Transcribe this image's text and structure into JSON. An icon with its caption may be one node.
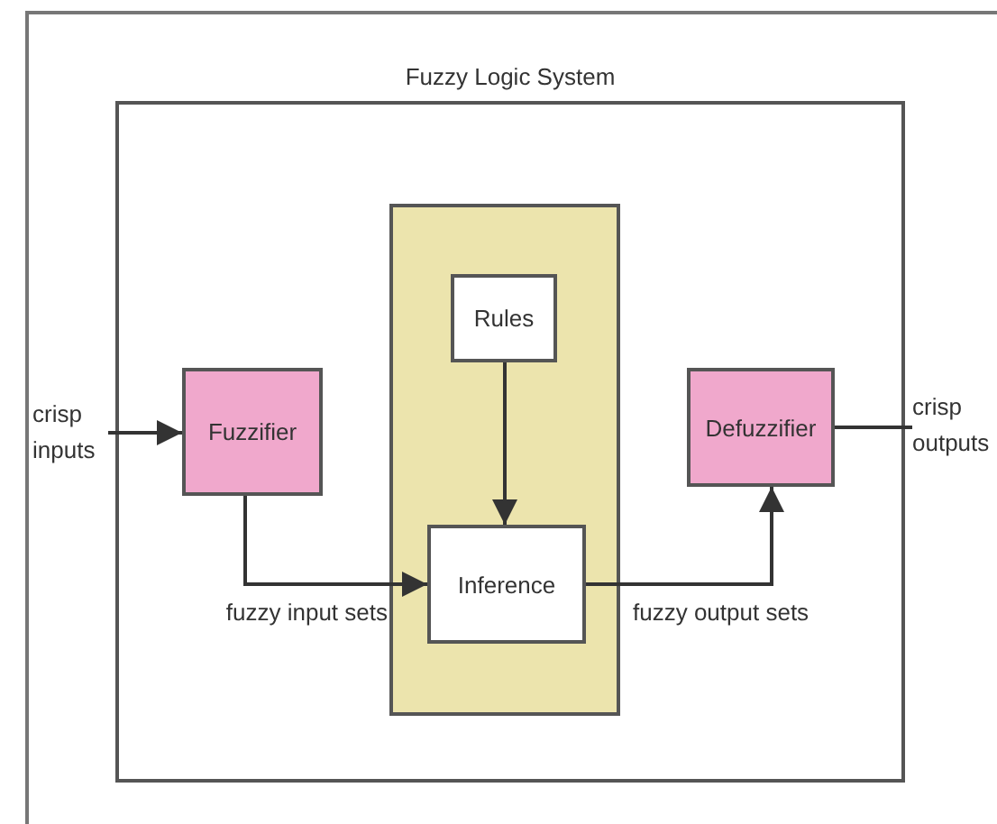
{
  "diagram": {
    "nodes": [
      {
        "text": [
          "Fuzzy Logic System"
        ]
      },
      {
        "text": [
          "crisp inputs"
        ]
      },
      {
        "text": [
          "Fuzzifier"
        ],
        "in": 0
      },
      {
        "text": [],
        "shape": "box",
        "in": 0
      },
      {
        "text": [
          "Rules"
        ],
        "in": 3
      },
      {
        "text": [
          "Inference"
        ],
        "in": 3
      },
      {
        "text": [
          "Defuzzifier"
        ],
        "in": 0
      },
      {
        "text": [
          "crisp outputs"
        ]
      }
    ],
    "edges": [
      {
        "from": 1,
        "to": 2,
        "arrow": "to"
      },
      {
        "from": 2,
        "to": 5,
        "arrow": "to",
        "label": "fuzzy input sets"
      },
      {
        "from": 4,
        "to": 5,
        "arrow": "to"
      },
      {
        "from": 5,
        "to": 6,
        "arrow": "to",
        "label": "fuzzy output sets"
      },
      {
        "from": 6,
        "to": 7,
        "arrow": "none"
      }
    ]
  }
}
